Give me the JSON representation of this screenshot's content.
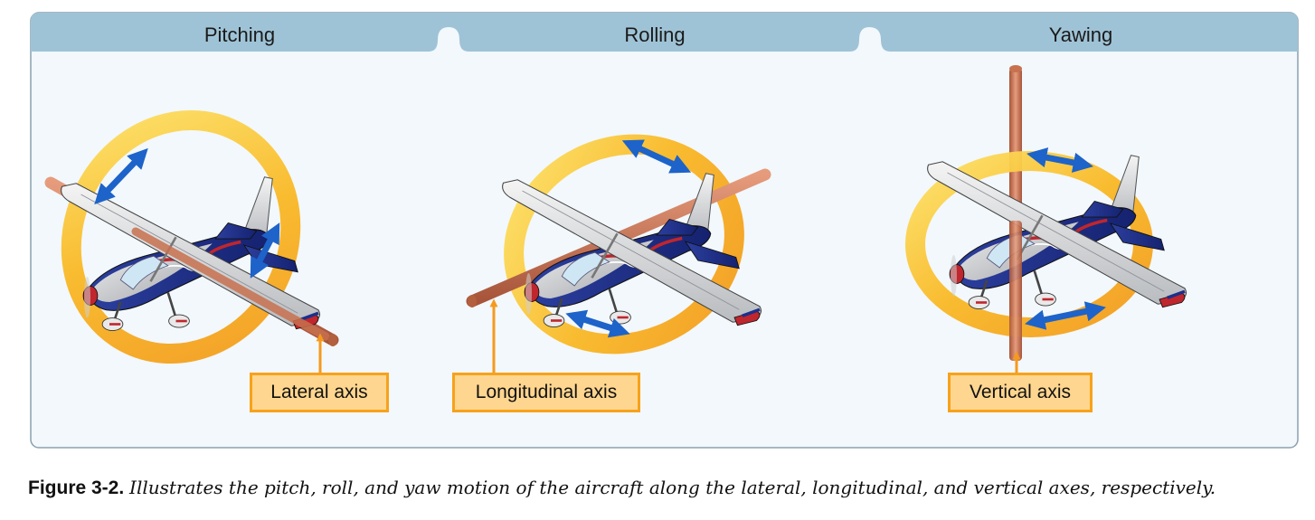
{
  "panels": [
    {
      "title": "Pitching",
      "axis_label": "Lateral axis"
    },
    {
      "title": "Rolling",
      "axis_label": "Longitudinal axis"
    },
    {
      "title": "Yawing",
      "axis_label": "Vertical axis"
    }
  ],
  "caption": {
    "figure_number": "Figure 3-2.",
    "text": "Illustrates the pitch, roll, and yaw motion of the aircraft along the lateral, longitudinal, and vertical axes, respectively."
  },
  "colors": {
    "header_band": "#9fc3d6",
    "panel_border": "#8aa0ad",
    "rotation_ring": "#f9b825",
    "axis_rod": "#c8714f",
    "motion_arrow": "#1d63c9",
    "label_fill": "#ffd68f",
    "label_border": "#f7a21b",
    "aircraft_trim": "#1d2f8a",
    "aircraft_stripe": "#c0262d"
  }
}
